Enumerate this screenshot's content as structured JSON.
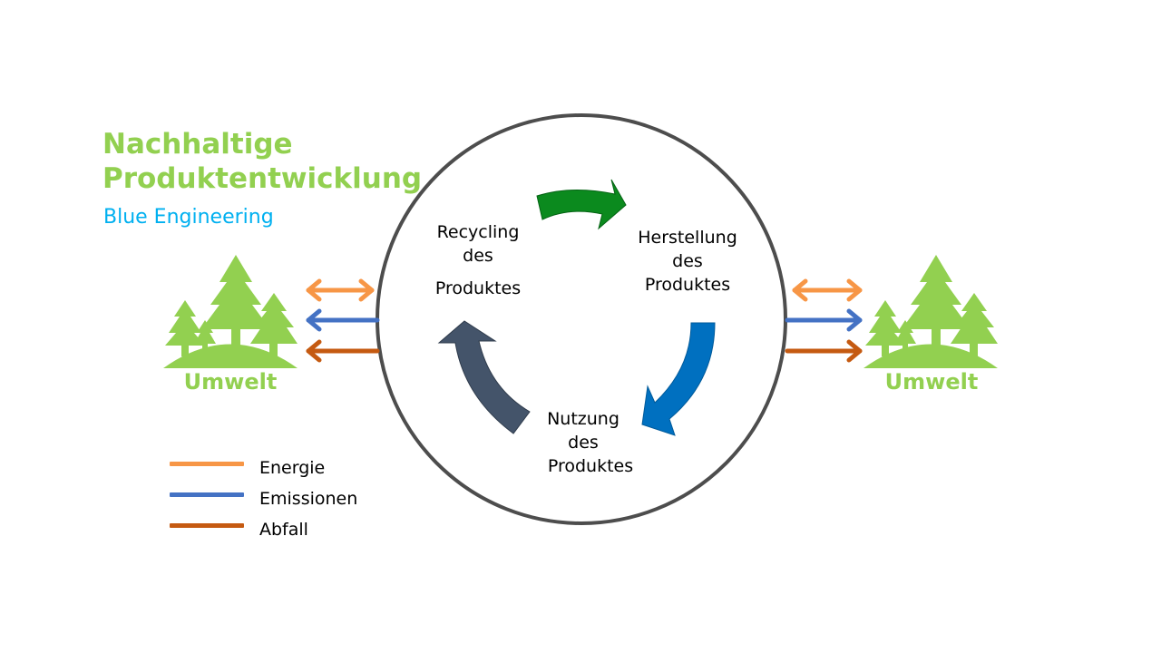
{
  "title": {
    "line1": "Nachhaltige",
    "line2": "Produktentwicklung",
    "subtitle": "Blue Engineering"
  },
  "stages": {
    "recycling": {
      "line1": "Recycling",
      "line2": "des",
      "line3": "Produktes"
    },
    "herstellung": {
      "line1": "Herstellung",
      "line2": "des",
      "line3": "Produktes"
    },
    "nutzung": {
      "line1": "Nutzung",
      "line2": "des",
      "line3": "Produktes"
    }
  },
  "environment": {
    "left_label": "Umwelt",
    "right_label": "Umwelt"
  },
  "legend": [
    {
      "label": "Energie",
      "color": "#f79646"
    },
    {
      "label": "Emissionen",
      "color": "#4472c4"
    },
    {
      "label": "Abfall",
      "color": "#c55a11"
    }
  ],
  "colors": {
    "tree_green": "#92d050",
    "circle_stroke": "#4d4d4d",
    "arrow_green": "#0b8a1e",
    "arrow_blue": "#0070c0",
    "arrow_dark": "#44546a"
  }
}
